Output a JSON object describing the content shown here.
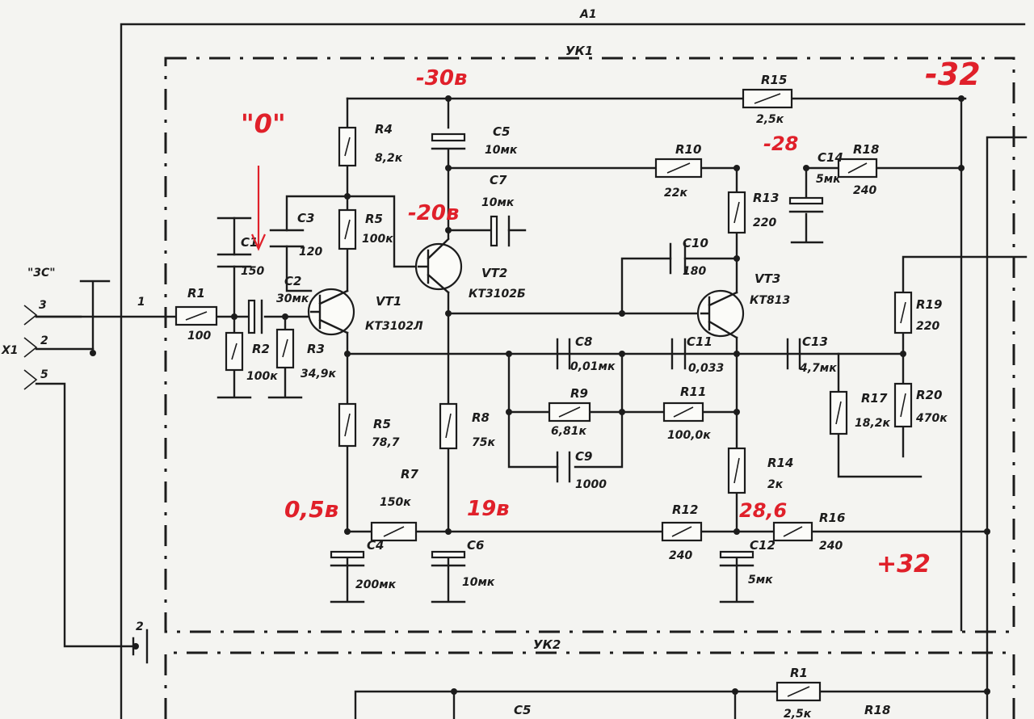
{
  "frame": {
    "outer_title": "A1",
    "block1_title": "УК1",
    "block2_title": "УК2"
  },
  "connector": {
    "label": "\"3С\"",
    "ref": "X1",
    "pins": [
      "3",
      "2",
      "5"
    ],
    "node": "1",
    "bottom_pin": "2"
  },
  "components": {
    "R1": {
      "ref": "R1",
      "value": "100"
    },
    "C1": {
      "ref": "C1",
      "value": "150"
    },
    "C2": {
      "ref": "C2",
      "value": "30мк"
    },
    "R2": {
      "ref": "R2",
      "value": "100к"
    },
    "R3": {
      "ref": "R3",
      "value": "34,9к"
    },
    "C3": {
      "ref": "C3",
      "value": "120"
    },
    "R4": {
      "ref": "R4",
      "value": "8,2к"
    },
    "R5a": {
      "ref": "R5",
      "value": "100к"
    },
    "VT1": {
      "ref": "VT1",
      "value": "КТ3102Л"
    },
    "C5": {
      "ref": "C5",
      "value": "10мк"
    },
    "C7": {
      "ref": "C7",
      "value": "10мк"
    },
    "VT2": {
      "ref": "VT2",
      "value": "КТ3102Б"
    },
    "R5b": {
      "ref": "R5",
      "value": "78,7"
    },
    "R8": {
      "ref": "R8",
      "value": "75к"
    },
    "C8": {
      "ref": "C8",
      "value": "0,01мк"
    },
    "R9": {
      "ref": "R9",
      "value": "6,81к"
    },
    "C9": {
      "ref": "C9",
      "value": "1000"
    },
    "R7": {
      "ref": "R7",
      "value": "150к"
    },
    "C4": {
      "ref": "C4",
      "value": "200мк"
    },
    "C6": {
      "ref": "C6",
      "value": "10мк"
    },
    "R10": {
      "ref": "R10",
      "value": "22к"
    },
    "R13": {
      "ref": "R13",
      "value": "220"
    },
    "C10": {
      "ref": "C10",
      "value": "180"
    },
    "VT3": {
      "ref": "VT3",
      "value": "КТ813"
    },
    "C11": {
      "ref": "C11",
      "value": "0,033"
    },
    "R11": {
      "ref": "R11",
      "value": "100,0к"
    },
    "R14": {
      "ref": "R14",
      "value": "2к"
    },
    "R12": {
      "ref": "R12",
      "value": "240"
    },
    "C12": {
      "ref": "C12",
      "value": "5мк"
    },
    "R15": {
      "ref": "R15",
      "value": "2,5к"
    },
    "C14": {
      "ref": "C14",
      "value": "5мк"
    },
    "R18": {
      "ref": "R18",
      "value": "240"
    },
    "C13": {
      "ref": "C13",
      "value": "4,7мк"
    },
    "R17": {
      "ref": "R17",
      "value": "18,2к"
    },
    "R19": {
      "ref": "R19",
      "value": "220"
    },
    "R20": {
      "ref": "R20",
      "value": "470к"
    },
    "R16": {
      "ref": "R16",
      "value": "240"
    },
    "C5b": {
      "ref": "C5",
      "value": ""
    },
    "R1b": {
      "ref": "R1",
      "value": "2,5к"
    },
    "R18b": {
      "ref": "R18",
      "value": ""
    }
  },
  "annotations": {
    "v_minus30": "-30в",
    "v_minus32": "-32",
    "v_minus28": "-28",
    "v_minus20": "-20в",
    "v_zero": "\"0\"",
    "v_0_5": "0,5в",
    "v_19": "19в",
    "v_28_6": "28,6",
    "v_plus32": "+32"
  },
  "colors": {
    "ink": "#1c1c1c",
    "annotation": "#e0202a",
    "paper": "#f4f4f1"
  }
}
